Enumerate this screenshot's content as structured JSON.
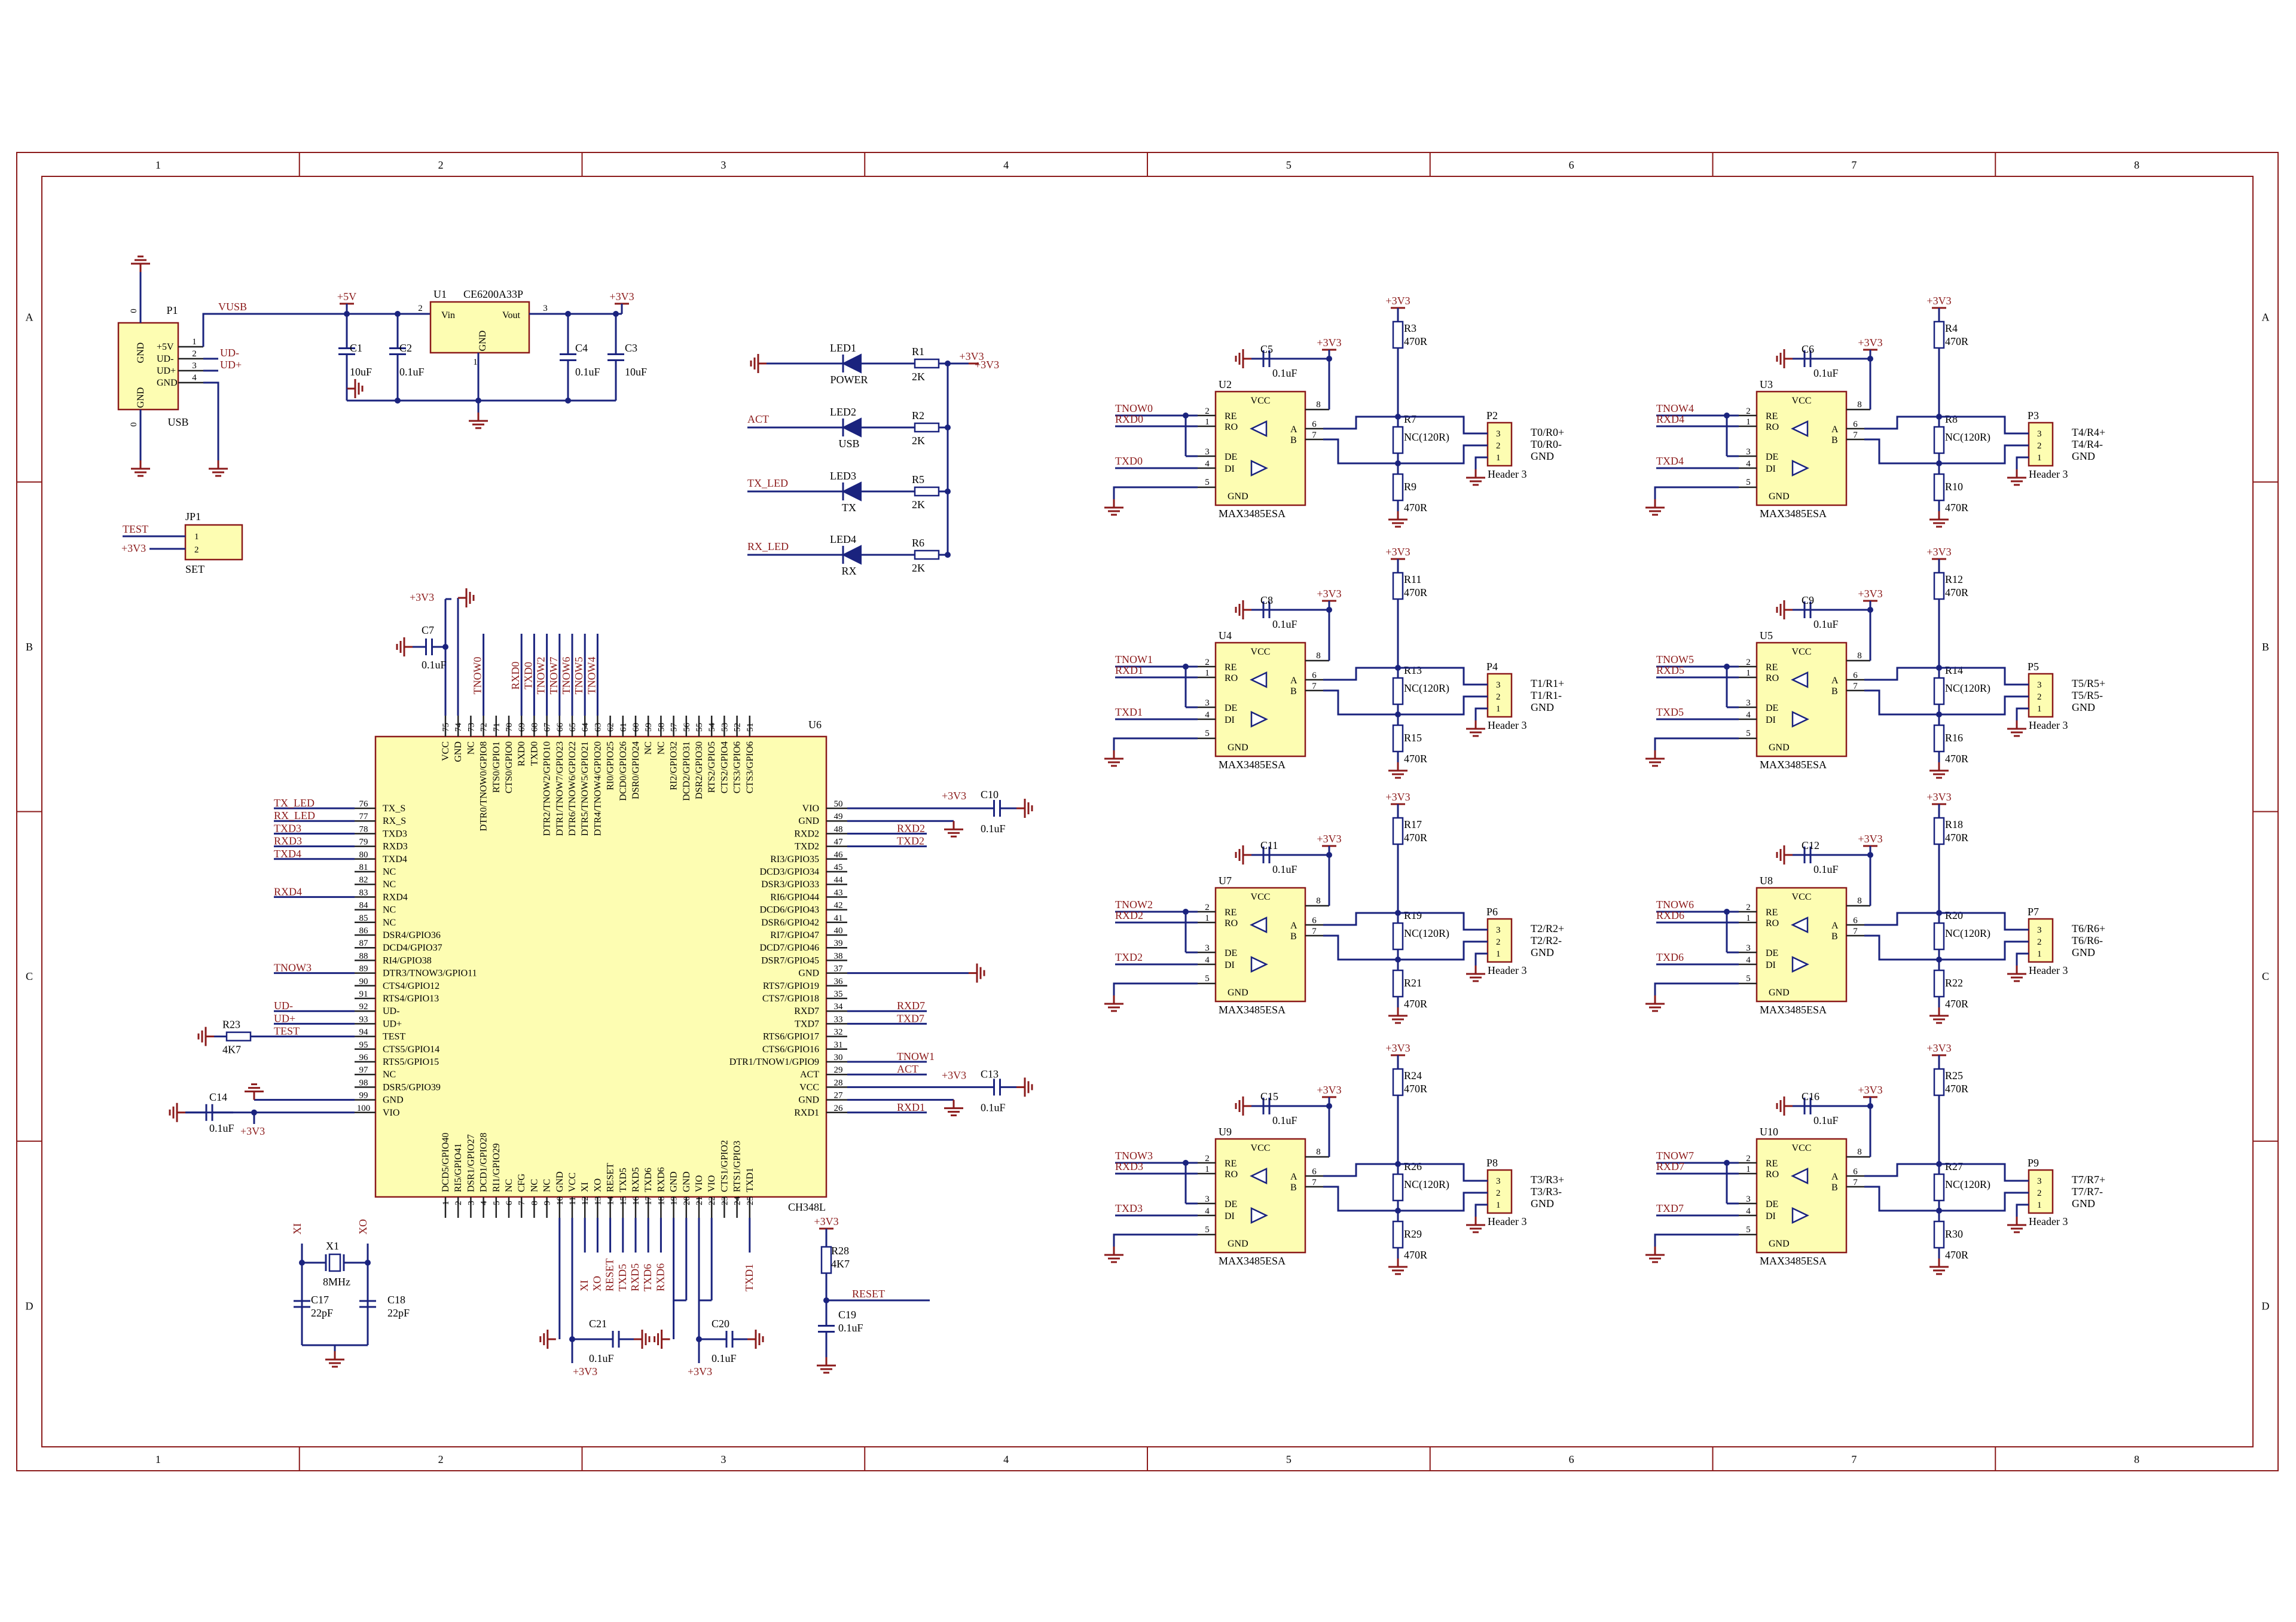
{
  "frame": {
    "col_labels": [
      "1",
      "2",
      "3",
      "4",
      "5",
      "6",
      "7",
      "8"
    ],
    "row_labels": [
      "A",
      "B",
      "C",
      "D"
    ]
  },
  "usb": {
    "designator": "P1",
    "footprint": "USB",
    "pins": [
      "GND",
      "+5V",
      "UD-",
      "UD+",
      "GND",
      "GND"
    ],
    "pin_nums": [
      "0",
      "1",
      "2",
      "3",
      "4",
      "0"
    ],
    "nets": [
      "VUSB",
      "UD-",
      "UD+"
    ]
  },
  "regulator": {
    "designator": "U1",
    "part": "CE6200A33P",
    "pins": [
      "Vin",
      "Vout",
      "GND"
    ],
    "pin_nums": [
      "2",
      "3",
      "1"
    ],
    "in_rail": "+5V",
    "out_rail": "+3V3",
    "caps": [
      {
        "ref": "C1",
        "val": "10uF"
      },
      {
        "ref": "C2",
        "val": "0.1uF"
      },
      {
        "ref": "C4",
        "val": "0.1uF"
      },
      {
        "ref": "C3",
        "val": "10uF"
      }
    ]
  },
  "jumper": {
    "designator": "JP1",
    "footprint": "SET",
    "nets": [
      "TEST",
      "+3V3"
    ],
    "pins": [
      "1",
      "2"
    ]
  },
  "leds": {
    "rail": "+3V3",
    "items": [
      {
        "led": "LED1",
        "label": "POWER",
        "res": "R1",
        "val": "2K",
        "net": ""
      },
      {
        "led": "LED2",
        "label": "USB",
        "res": "R2",
        "val": "2K",
        "net": "ACT"
      },
      {
        "led": "LED3",
        "label": "TX",
        "res": "R5",
        "val": "2K",
        "net": "TX_LED"
      },
      {
        "led": "LED4",
        "label": "RX",
        "res": "R6",
        "val": "2K",
        "net": "RX_LED"
      }
    ]
  },
  "mcu": {
    "designator": "U6",
    "part": "CH348L",
    "top_pins": [
      {
        "n": "75",
        "name": "VCC"
      },
      {
        "n": "74",
        "name": "GND"
      },
      {
        "n": "73",
        "name": "NC"
      },
      {
        "n": "72",
        "name": "DTR0/TNOW0/GPIO8"
      },
      {
        "n": "71",
        "name": "RTS0/GPIO1"
      },
      {
        "n": "70",
        "name": "CTS0/GPIO0"
      },
      {
        "n": "69",
        "name": "RXD0"
      },
      {
        "n": "68",
        "name": "TXD0"
      },
      {
        "n": "67",
        "name": "DTR2/TNOW2/GPIO10"
      },
      {
        "n": "66",
        "name": "DTR1/TNOW7/GPIO23"
      },
      {
        "n": "65",
        "name": "DTR6/TNOW6/GPIO22"
      },
      {
        "n": "64",
        "name": "DTR5/TNOW5/GPIO21"
      },
      {
        "n": "63",
        "name": "DTR4/TNOW4/GPIO20"
      },
      {
        "n": "62",
        "name": "RI0/GPIO25"
      },
      {
        "n": "61",
        "name": "DCD0/GPIO26"
      },
      {
        "n": "60",
        "name": "DSR0/GPIO24"
      },
      {
        "n": "59",
        "name": "NC"
      },
      {
        "n": "58",
        "name": "NC"
      },
      {
        "n": "57",
        "name": "RI2/GPIO32"
      },
      {
        "n": "56",
        "name": "DCD2/GPIO31"
      },
      {
        "n": "55",
        "name": "DSR2/GPIO30"
      },
      {
        "n": "54",
        "name": "RTS2/GPIO5"
      },
      {
        "n": "53",
        "name": "CTS2/GPIO4"
      },
      {
        "n": "52",
        "name": "CTS3/GPIO6"
      },
      {
        "n": "51",
        "name": "CTS3/GPIO6"
      }
    ],
    "top_nets": [
      "TNOW0",
      "RXD0",
      "TXD0",
      "TNOW2",
      "TNOW7",
      "TNOW6",
      "TNOW5",
      "TNOW4"
    ],
    "left_pins": [
      {
        "n": "76",
        "name": "TX_S",
        "net": "TX_LED"
      },
      {
        "n": "77",
        "name": "RX_S",
        "net": "RX_LED"
      },
      {
        "n": "78",
        "name": "TXD3",
        "net": "TXD3"
      },
      {
        "n": "79",
        "name": "RXD3",
        "net": "RXD3"
      },
      {
        "n": "80",
        "name": "TXD4",
        "net": "TXD4"
      },
      {
        "n": "81",
        "name": "NC",
        "net": ""
      },
      {
        "n": "82",
        "name": "NC",
        "net": ""
      },
      {
        "n": "83",
        "name": "RXD4",
        "net": "RXD4"
      },
      {
        "n": "84",
        "name": "NC",
        "net": ""
      },
      {
        "n": "85",
        "name": "NC",
        "net": ""
      },
      {
        "n": "86",
        "name": "DSR4/GPIO36",
        "net": ""
      },
      {
        "n": "87",
        "name": "DCD4/GPIO37",
        "net": ""
      },
      {
        "n": "88",
        "name": "RI4/GPIO38",
        "net": ""
      },
      {
        "n": "89",
        "name": "DTR3/TNOW3/GPIO11",
        "net": "TNOW3"
      },
      {
        "n": "90",
        "name": "CTS4/GPIO12",
        "net": ""
      },
      {
        "n": "91",
        "name": "RTS4/GPIO13",
        "net": ""
      },
      {
        "n": "92",
        "name": "UD-",
        "net": "UD-"
      },
      {
        "n": "93",
        "name": "UD+",
        "net": "UD+"
      },
      {
        "n": "94",
        "name": "TEST",
        "net": "TEST"
      },
      {
        "n": "95",
        "name": "CTS5/GPIO14",
        "net": ""
      },
      {
        "n": "96",
        "name": "RTS5/GPIO15",
        "net": ""
      },
      {
        "n": "97",
        "name": "NC",
        "net": ""
      },
      {
        "n": "98",
        "name": "DSR5/GPIO39",
        "net": ""
      },
      {
        "n": "99",
        "name": "GND",
        "net": ""
      },
      {
        "n": "100",
        "name": "VIO",
        "net": ""
      }
    ],
    "right_pins": [
      {
        "n": "50",
        "name": "VIO",
        "net": ""
      },
      {
        "n": "49",
        "name": "GND",
        "net": ""
      },
      {
        "n": "48",
        "name": "RXD2",
        "net": "RXD2"
      },
      {
        "n": "47",
        "name": "TXD2",
        "net": "TXD2"
      },
      {
        "n": "46",
        "name": "RI3/GPIO35",
        "net": ""
      },
      {
        "n": "45",
        "name": "DCD3/GPIO34",
        "net": ""
      },
      {
        "n": "44",
        "name": "DSR3/GPIO33",
        "net": ""
      },
      {
        "n": "43",
        "name": "RI6/GPIO44",
        "net": ""
      },
      {
        "n": "42",
        "name": "DCD6/GPIO43",
        "net": ""
      },
      {
        "n": "41",
        "name": "DSR6/GPIO42",
        "net": ""
      },
      {
        "n": "40",
        "name": "RI7/GPIO47",
        "net": ""
      },
      {
        "n": "39",
        "name": "DCD7/GPIO46",
        "net": ""
      },
      {
        "n": "38",
        "name": "DSR7/GPIO45",
        "net": ""
      },
      {
        "n": "37",
        "name": "GND",
        "net": ""
      },
      {
        "n": "36",
        "name": "RTS7/GPIO19",
        "net": ""
      },
      {
        "n": "35",
        "name": "CTS7/GPIO18",
        "net": ""
      },
      {
        "n": "34",
        "name": "RXD7",
        "net": "RXD7"
      },
      {
        "n": "33",
        "name": "TXD7",
        "net": "TXD7"
      },
      {
        "n": "32",
        "name": "RTS6/GPIO17",
        "net": ""
      },
      {
        "n": "31",
        "name": "CTS6/GPIO16",
        "net": ""
      },
      {
        "n": "30",
        "name": "DTR1/TNOW1/GPIO9",
        "net": "TNOW1"
      },
      {
        "n": "29",
        "name": "ACT",
        "net": "ACT"
      },
      {
        "n": "28",
        "name": "VCC",
        "net": ""
      },
      {
        "n": "27",
        "name": "GND",
        "net": ""
      },
      {
        "n": "26",
        "name": "RXD1",
        "net": "RXD1"
      }
    ],
    "bottom_pins": [
      {
        "n": "1",
        "name": "DCD5/GPIO40"
      },
      {
        "n": "2",
        "name": "RI5/GPIO41"
      },
      {
        "n": "3",
        "name": "DSR1/GPIO27"
      },
      {
        "n": "4",
        "name": "DCD1/GPIO28"
      },
      {
        "n": "5",
        "name": "RI1/GPIO29"
      },
      {
        "n": "6",
        "name": "NC"
      },
      {
        "n": "7",
        "name": "CFG"
      },
      {
        "n": "8",
        "name": "NC"
      },
      {
        "n": "9",
        "name": "NC"
      },
      {
        "n": "10",
        "name": "GND"
      },
      {
        "n": "11",
        "name": "VCC"
      },
      {
        "n": "12",
        "name": "XI"
      },
      {
        "n": "13",
        "name": "XO"
      },
      {
        "n": "14",
        "name": "RESET"
      },
      {
        "n": "15",
        "name": "TXD5"
      },
      {
        "n": "16",
        "name": "RXD5"
      },
      {
        "n": "17",
        "name": "TXD6"
      },
      {
        "n": "18",
        "name": "RXD6"
      },
      {
        "n": "19",
        "name": "GND"
      },
      {
        "n": "20",
        "name": "GND"
      },
      {
        "n": "21",
        "name": "VIO"
      },
      {
        "n": "22",
        "name": "VIO"
      },
      {
        "n": "23",
        "name": "CTS1/GPIO2"
      },
      {
        "n": "24",
        "name": "RTS1/GPIO3"
      },
      {
        "n": "25",
        "name": "TXD1"
      }
    ],
    "bottom_nets": [
      "XI",
      "XO",
      "RESET",
      "TXD5",
      "RXD5",
      "TXD6",
      "RXD6",
      "TXD1"
    ],
    "caps": [
      {
        "ref": "C7",
        "val": "0.1uF",
        "rail": "+3V3"
      },
      {
        "ref": "C10",
        "val": "0.1uF",
        "rail": "+3V3"
      },
      {
        "ref": "C13",
        "val": "0.1uF",
        "rail": "+3V3"
      },
      {
        "ref": "C14",
        "val": "0.1uF",
        "rail": "+3V3"
      },
      {
        "ref": "C21",
        "val": "0.1uF",
        "rail": "+3V3"
      },
      {
        "ref": "C20",
        "val": "0.1uF",
        "rail": "+3V3"
      }
    ],
    "pullup": {
      "ref": "R23",
      "val": "4K7"
    }
  },
  "crystal": {
    "ref": "X1",
    "val": "8MHz",
    "nets": [
      "XI",
      "XO"
    ],
    "caps": [
      {
        "ref": "C17",
        "val": "22pF"
      },
      {
        "ref": "C18",
        "val": "22pF"
      }
    ]
  },
  "reset": {
    "res": "R28",
    "res_val": "4K7",
    "cap": "C19",
    "cap_val": "0.1uF",
    "net": "RESET",
    "rail": "+3V3"
  },
  "transceivers": [
    {
      "u": "U2",
      "part": "MAX3485ESA",
      "cap": "C5",
      "cap_val": "0.1uF",
      "tnow": "TNOW0",
      "rxd": "RXD0",
      "txd": "TXD0",
      "r_top": "R3",
      "r_mid": "R7",
      "r_bot": "R9",
      "r_val": "470R",
      "r_term": "NC(120R)",
      "hdr": "P2",
      "hdr_type": "Header 3",
      "sig": [
        "T0/R0+",
        "T0/R0-",
        "GND"
      ]
    },
    {
      "u": "U3",
      "part": "MAX3485ESA",
      "cap": "C6",
      "cap_val": "0.1uF",
      "tnow": "TNOW4",
      "rxd": "RXD4",
      "txd": "TXD4",
      "r_top": "R4",
      "r_mid": "R8",
      "r_bot": "R10",
      "r_val": "470R",
      "r_term": "NC(120R)",
      "hdr": "P3",
      "hdr_type": "Header 3",
      "sig": [
        "T4/R4+",
        "T4/R4-",
        "GND"
      ]
    },
    {
      "u": "U4",
      "part": "MAX3485ESA",
      "cap": "C8",
      "cap_val": "0.1uF",
      "tnow": "TNOW1",
      "rxd": "RXD1",
      "txd": "TXD1",
      "r_top": "R11",
      "r_mid": "R13",
      "r_bot": "R15",
      "r_val": "470R",
      "r_term": "NC(120R)",
      "hdr": "P4",
      "hdr_type": "Header 3",
      "sig": [
        "T1/R1+",
        "T1/R1-",
        "GND"
      ]
    },
    {
      "u": "U5",
      "part": "MAX3485ESA",
      "cap": "C9",
      "cap_val": "0.1uF",
      "tnow": "TNOW5",
      "rxd": "RXD5",
      "txd": "TXD5",
      "r_top": "R12",
      "r_mid": "R14",
      "r_bot": "R16",
      "r_val": "470R",
      "r_term": "NC(120R)",
      "hdr": "P5",
      "hdr_type": "Header 3",
      "sig": [
        "T5/R5+",
        "T5/R5-",
        "GND"
      ]
    },
    {
      "u": "U7",
      "part": "MAX3485ESA",
      "cap": "C11",
      "cap_val": "0.1uF",
      "tnow": "TNOW2",
      "rxd": "RXD2",
      "txd": "TXD2",
      "r_top": "R17",
      "r_mid": "R19",
      "r_bot": "R21",
      "r_val": "470R",
      "r_term": "NC(120R)",
      "hdr": "P6",
      "hdr_type": "Header 3",
      "sig": [
        "T2/R2+",
        "T2/R2-",
        "GND"
      ]
    },
    {
      "u": "U8",
      "part": "MAX3485ESA",
      "cap": "C12",
      "cap_val": "0.1uF",
      "tnow": "TNOW6",
      "rxd": "RXD6",
      "txd": "TXD6",
      "r_top": "R18",
      "r_mid": "R20",
      "r_bot": "R22",
      "r_val": "470R",
      "r_term": "NC(120R)",
      "hdr": "P7",
      "hdr_type": "Header 3",
      "sig": [
        "T6/R6+",
        "T6/R6-",
        "GND"
      ]
    },
    {
      "u": "U9",
      "part": "MAX3485ESA",
      "cap": "C15",
      "cap_val": "0.1uF",
      "tnow": "TNOW3",
      "rxd": "RXD3",
      "txd": "TXD3",
      "r_top": "R24",
      "r_mid": "R26",
      "r_bot": "R29",
      "r_val": "470R",
      "r_term": "NC(120R)",
      "hdr": "P8",
      "hdr_type": "Header 3",
      "sig": [
        "T3/R3+",
        "T3/R3-",
        "GND"
      ]
    },
    {
      "u": "U10",
      "part": "MAX3485ESA",
      "cap": "C16",
      "cap_val": "0.1uF",
      "tnow": "TNOW7",
      "rxd": "RXD7",
      "txd": "TXD7",
      "r_top": "R25",
      "r_mid": "R27",
      "r_bot": "R30",
      "r_val": "470R",
      "r_term": "NC(120R)",
      "hdr": "P9",
      "hdr_type": "Header 3",
      "sig": [
        "T7/R7+",
        "T7/R7-",
        "GND"
      ]
    }
  ],
  "xcvr_pins": {
    "left": [
      "RE",
      "RO",
      "DE",
      "DI"
    ],
    "left_nums": [
      "2",
      "1",
      "3",
      "4"
    ],
    "top": "VCC",
    "bot": "GND",
    "right": [
      "A",
      "B"
    ],
    "right_nums": [
      "6",
      "7"
    ],
    "vcc_num": "8",
    "gnd_num": "5",
    "rail": "+3V3",
    "hdr_pins": [
      "3",
      "2",
      "1"
    ]
  }
}
